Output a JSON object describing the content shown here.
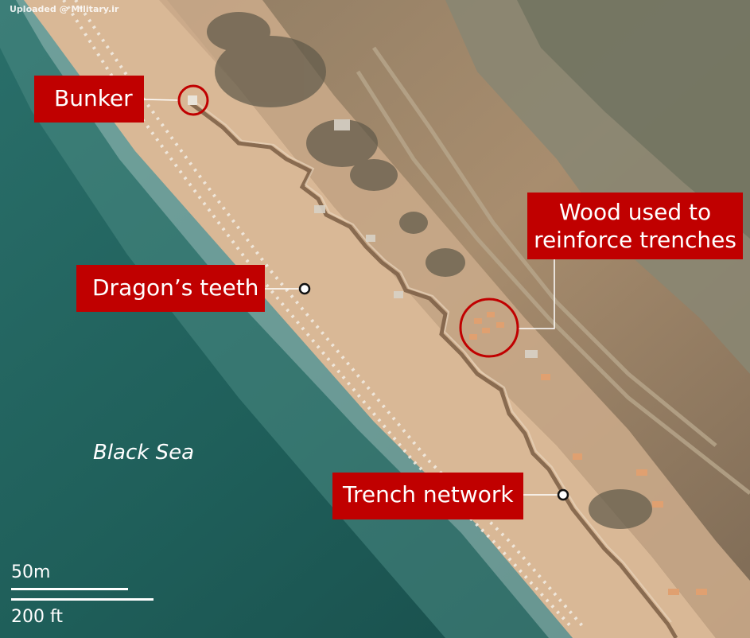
{
  "watermark": "Uploaded @ Military.ir",
  "labels": {
    "bunker": "Bunker",
    "dragons_teeth": "Dragon’s teeth",
    "wood_line1": "Wood used to",
    "wood_line2": "reinforce trenches",
    "trench_network": "Trench network"
  },
  "water_body": "Black Sea",
  "scale": {
    "metric": "50m",
    "imperial": "200 ft"
  },
  "colors": {
    "label_background": "#c00000",
    "label_text": "#ffffff",
    "marker_circle": "#c00000",
    "sea": "#1f5f5a",
    "beach": "#d9b896",
    "land": "#a88d6e"
  }
}
